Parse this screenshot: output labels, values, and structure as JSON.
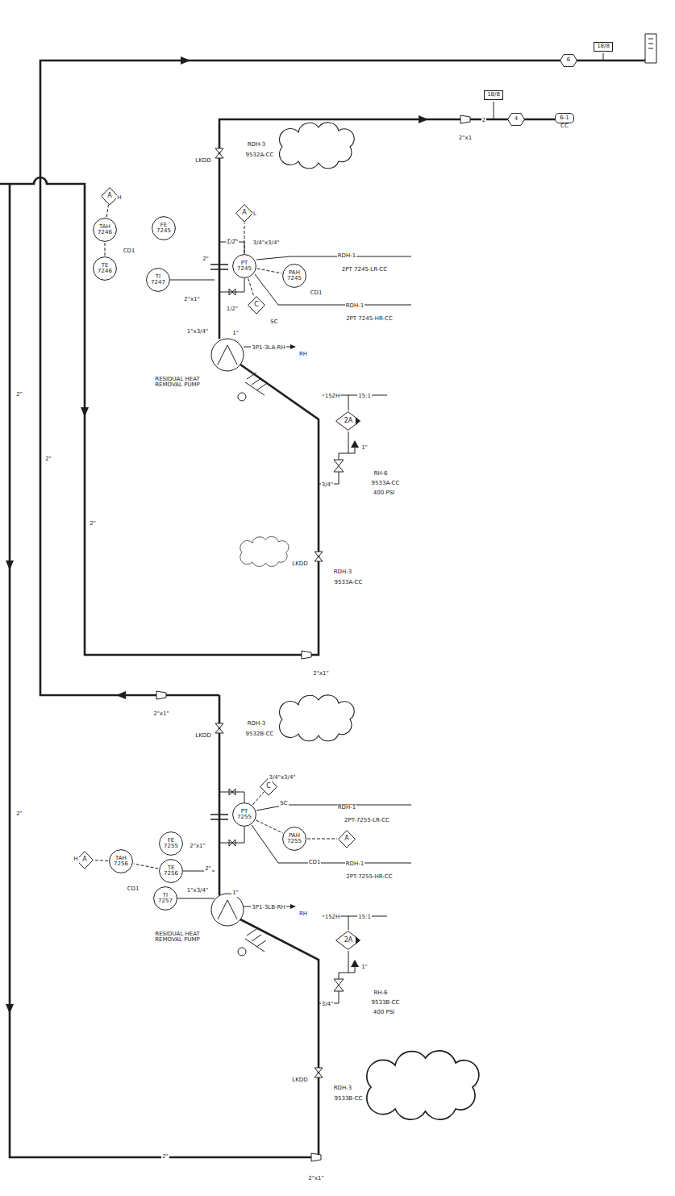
{
  "diagram": {
    "nodes": [
      {
        "text": [
          "A"
        ]
      },
      {
        "text": [
          "TAH 7246"
        ]
      },
      {
        "text": [
          "FE 7245"
        ]
      },
      {
        "text": [
          "TE 7246"
        ]
      },
      {
        "text": [
          "TI 7247"
        ]
      },
      {
        "text": [
          "PT 7245"
        ]
      },
      {
        "text": [
          "PAH 7245"
        ]
      },
      {
        "text": [
          "A"
        ]
      },
      {
        "text": [
          "C"
        ]
      },
      {
        "text": [
          "2A"
        ]
      },
      {
        "text": [
          "C"
        ]
      },
      {
        "text": [
          "PT 7255"
        ]
      },
      {
        "text": [
          "PAH 7255"
        ]
      },
      {
        "text": [
          "A"
        ]
      },
      {
        "text": [
          "A"
        ]
      },
      {
        "text": [
          "TAH 7256"
        ]
      },
      {
        "text": [
          "FE 7255"
        ]
      },
      {
        "text": [
          "TE 7256"
        ]
      },
      {
        "text": [
          "TI 7257"
        ]
      },
      {
        "text": [
          "2A"
        ]
      },
      {
        "text": [
          "6"
        ]
      },
      {
        "text": [
          "18/8"
        ]
      },
      {
        "text": [
          "18/8"
        ]
      },
      {
        "text": [
          "4"
        ]
      },
      {
        "text": [
          "6-1",
          "CC"
        ]
      }
    ],
    "edges": [
      {
        "from": 1,
        "to": 0,
        "arrow": "none"
      },
      {
        "from": 3,
        "to": 1,
        "arrow": "none"
      },
      {
        "from": 5,
        "to": 7,
        "arrow": "none"
      },
      {
        "from": 5,
        "to": 6,
        "arrow": "none"
      },
      {
        "from": 5,
        "to": 8,
        "arrow": "none"
      },
      {
        "from": 11,
        "to": 10,
        "arrow": "none"
      },
      {
        "from": 11,
        "to": 12,
        "arrow": "none"
      },
      {
        "from": 12,
        "to": 13,
        "arrow": "none"
      },
      {
        "from": 15,
        "to": 14,
        "arrow": "none"
      },
      {
        "from": 17,
        "to": 15,
        "arrow": "none"
      }
    ],
    "labels": [
      "H",
      "CD1",
      "L",
      "RDH-3",
      "9532A-CC",
      "LKDD",
      "1/2\"",
      "3/4\"x3/4\"",
      "RDH-1",
      "2PT 7245-LR-CC",
      "CD1",
      "1/2\"",
      "SC",
      "RDH-1",
      "2PT 7245-HR-CC",
      "2\"",
      "2\"x1\"",
      "1\"x3/4\"",
      "1\"",
      "3P1-3LA-RH",
      "RH",
      "RESIDUAL HEAT REMOVAL PUMP",
      "152H",
      "15:1",
      "1\"",
      "3/4\"",
      "RH-6",
      "9533A-CC",
      "400 PSI",
      "LKDD",
      "RDH-3",
      "9533A-CC",
      "2\"",
      "2\"",
      "2\"",
      "2\"x1\"",
      "2\"x1\"",
      "RDH-3",
      "9532B-CC",
      "LKDD",
      "3/4\"x3/4\"",
      "SC",
      "RDH-1",
      "2PT-7255-LR-CC",
      "CD1",
      "RDH-1",
      "2PT-7255-HR-CC",
      "H",
      "CD1",
      "2\"x1\"",
      "2\"",
      "1\"x3/4\"",
      "1\"",
      "3P1-3LB-RH",
      "RH",
      "RESIDUAL HEAT REMOVAL PUMP",
      "152H",
      "15:1",
      "1\"",
      "3/4\"",
      "RH-6",
      "9533B-CC",
      "400 PSI",
      "LKDD",
      "RDH-3",
      "9533B-CC",
      "2\"",
      "2\"x1\"",
      "2\"",
      "2\"x1",
      "2"
    ]
  }
}
